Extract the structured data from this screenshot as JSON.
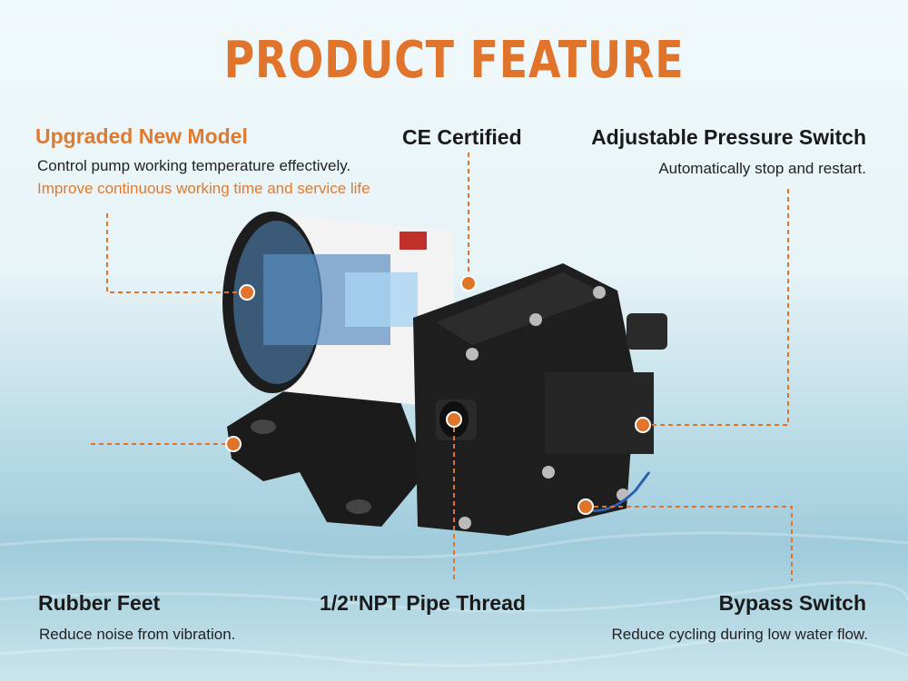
{
  "title": "PRODUCT FEATURE",
  "features": {
    "upgraded": {
      "title": "Upgraded New Model",
      "line1": "Control pump working temperature effectively.",
      "line2": "Improve continuous working time and service life"
    },
    "ce": {
      "title": "CE Certified"
    },
    "pressure": {
      "title": "Adjustable Pressure Switch",
      "desc": "Automatically stop and restart."
    },
    "feet": {
      "title": "Rubber Feet",
      "desc": "Reduce noise from vibration."
    },
    "thread": {
      "title": "1/2\"NPT Pipe Thread"
    },
    "bypass": {
      "title": "Bypass Switch",
      "desc": "Reduce cycling during low water flow."
    }
  },
  "colors": {
    "accent": "#e0742a",
    "text": "#1a1a1a"
  }
}
